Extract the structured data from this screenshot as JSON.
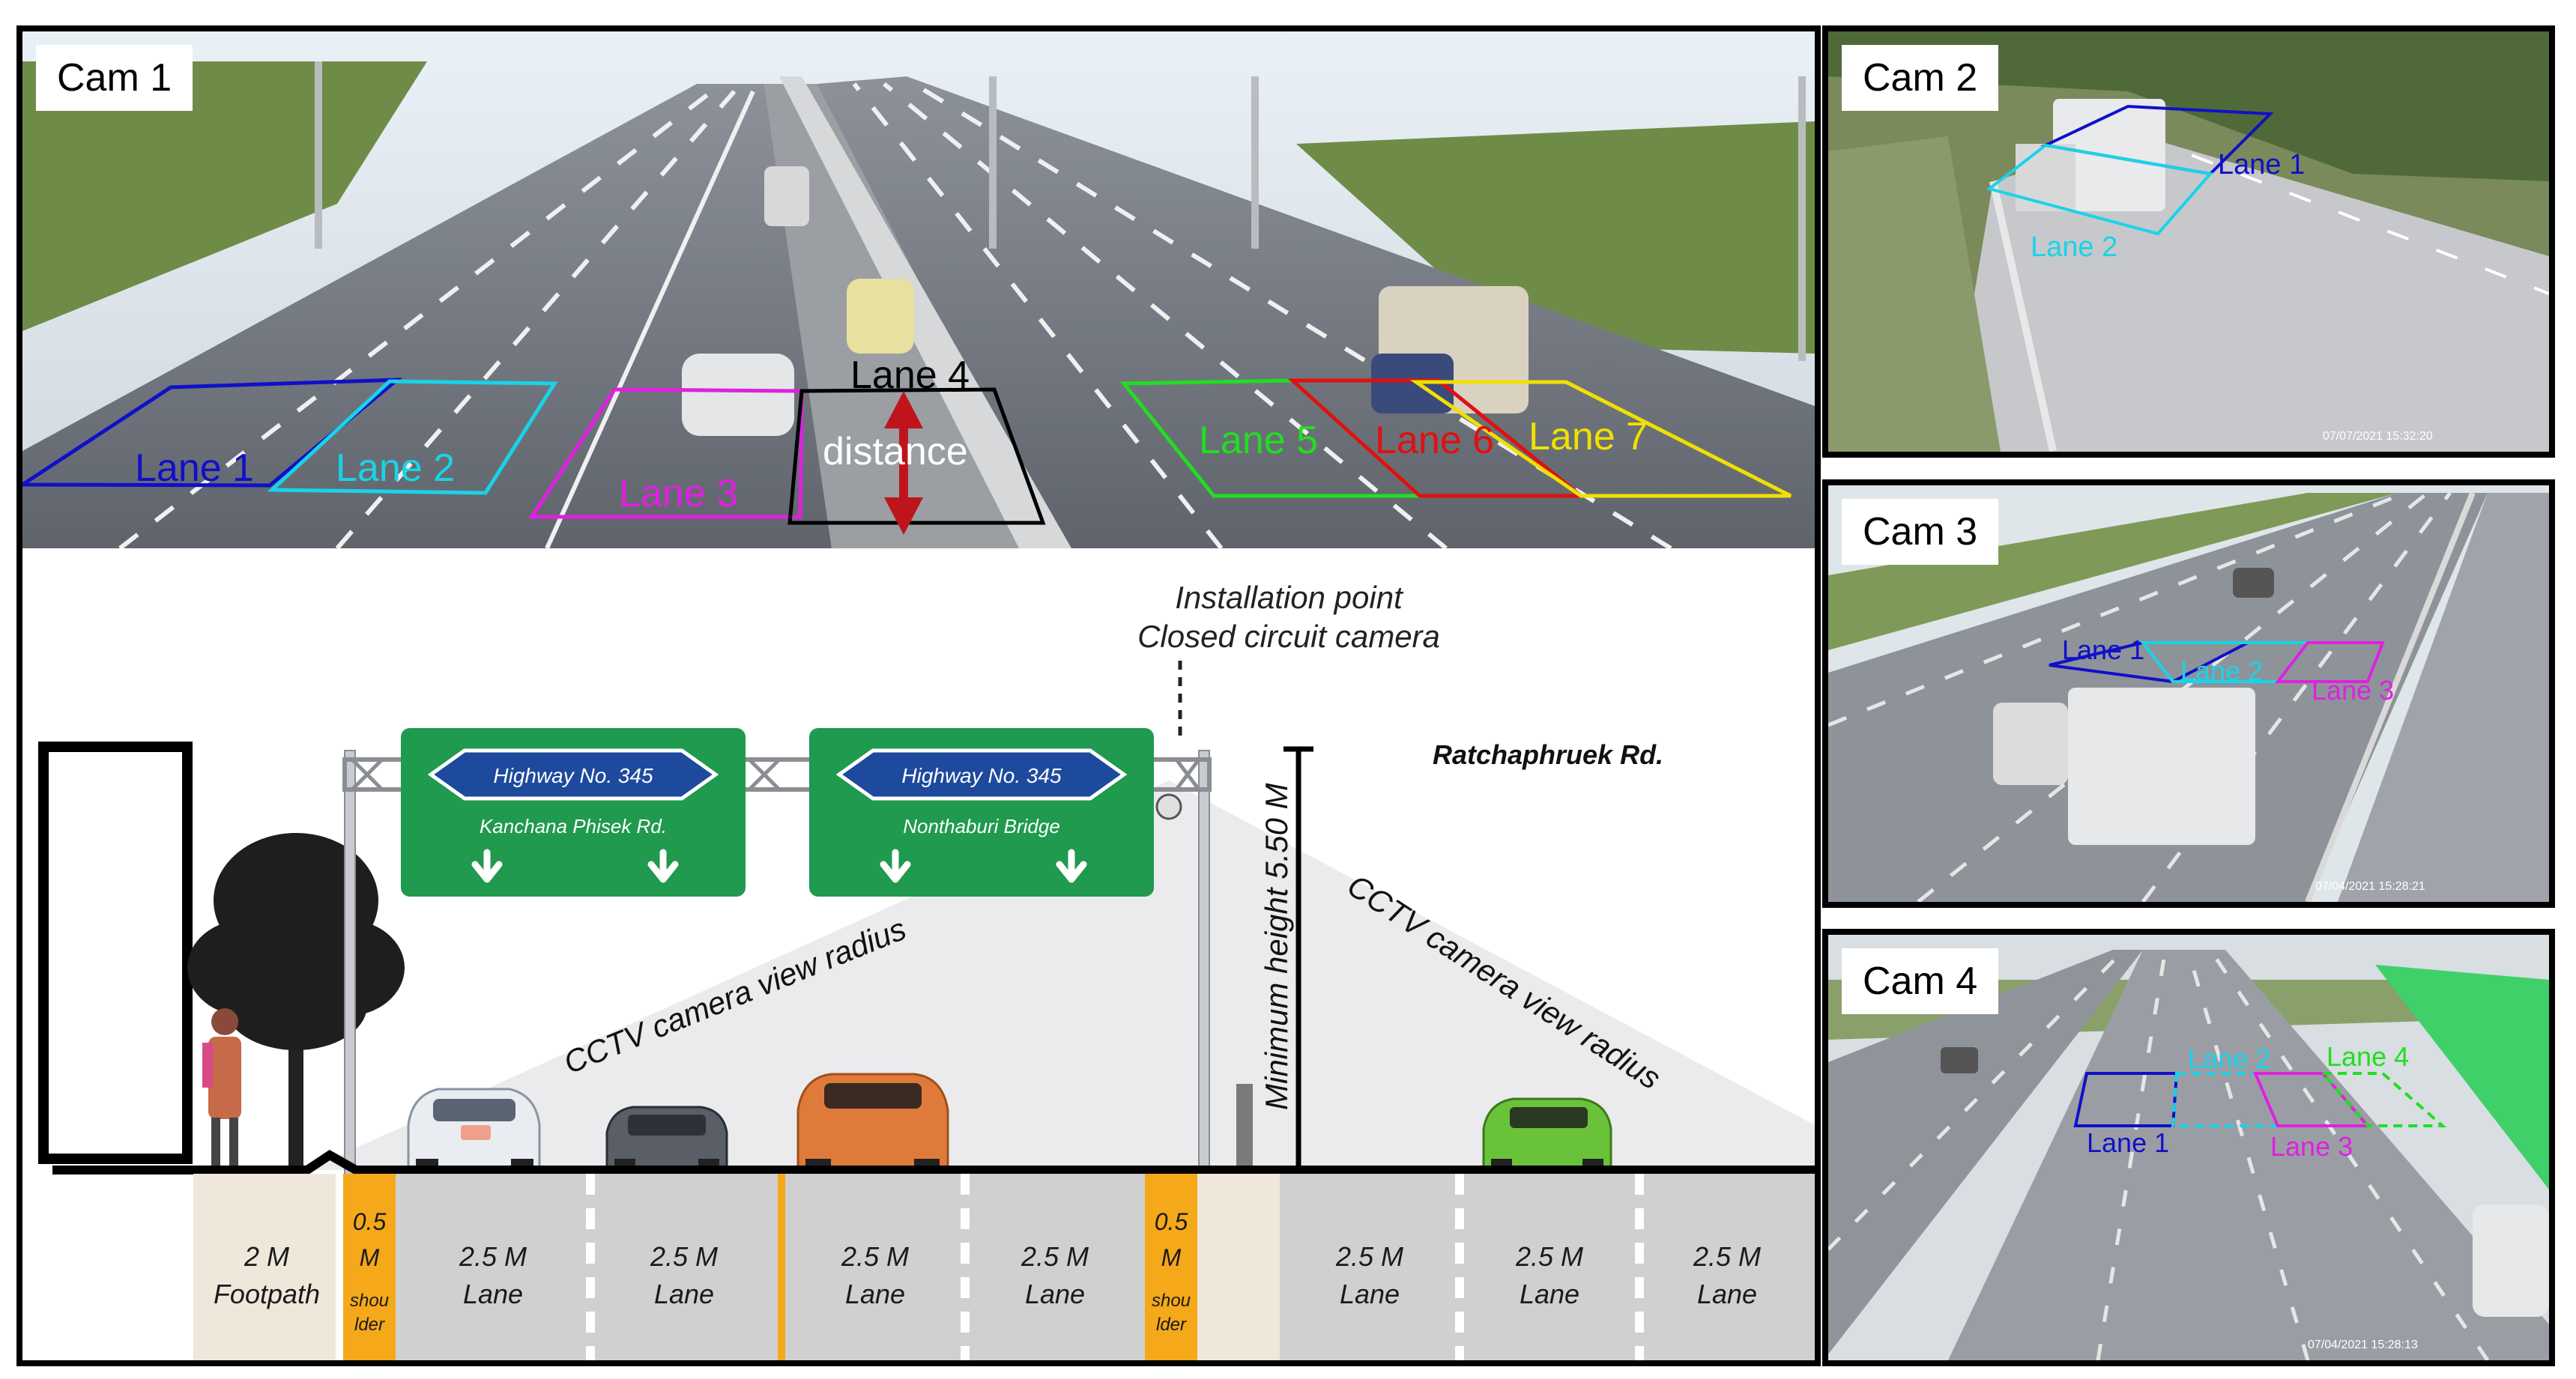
{
  "cameras": {
    "cam1": "Cam 1",
    "cam2": "Cam 2",
    "cam3": "Cam 3",
    "cam4": "Cam 4"
  },
  "cam1_lanes": {
    "lane1": "Lane 1",
    "lane2": "Lane 2",
    "lane3": "Lane 3",
    "lane4": "Lane 4",
    "lane5": "Lane 5",
    "lane6": "Lane 6",
    "lane7": "Lane 7",
    "distance": "distance"
  },
  "cam2_lanes": {
    "lane1": "Lane 1",
    "lane2": "Lane 2",
    "timestamp": "07/07/2021 15:32:20"
  },
  "cam3_lanes": {
    "lane1": "Lane 1",
    "lane2": "Lane 2",
    "lane3": "Lane 3",
    "timestamp": "07/04/2021 15:28:21"
  },
  "cam4_lanes": {
    "lane1": "Lane 1",
    "lane2": "Lane 2",
    "lane3": "Lane 3",
    "lane4": "Lane 4",
    "timestamp": "07/04/2021 15:28:13"
  },
  "diagram": {
    "install_line1": "Installation point",
    "install_line2": "Closed circuit camera",
    "road_name": "Ratchaphruek Rd.",
    "sign1_highway": "Highway No. 345",
    "sign1_dest": "Kanchana Phisek Rd.",
    "sign2_highway": "Highway No. 345",
    "sign2_dest": "Nonthaburi Bridge",
    "view_radius_left": "CCTV camera view radius",
    "view_radius_right": "CCTV camera view radius",
    "min_height": "Minimum height 5.50 M",
    "footpath_width": "2 M",
    "footpath_label": "Footpath",
    "shoulder_width_a": "0.5",
    "shoulder_width_b": "M",
    "shoulder_label_a": "shou",
    "shoulder_label_b": "lder",
    "lane_width": "2.5 M",
    "lane_label": "Lane"
  },
  "colors": {
    "lane1": "#1010c8",
    "lane2": "#19d3e8",
    "lane3": "#e020e0",
    "lane4": "#000000",
    "lane5": "#22dd22",
    "lane6": "#e01010",
    "lane7": "#f0e000",
    "sign_green": "#1f9a4e",
    "sign_blue": "#1e4a9e",
    "shoulder": "#f4a81a"
  }
}
